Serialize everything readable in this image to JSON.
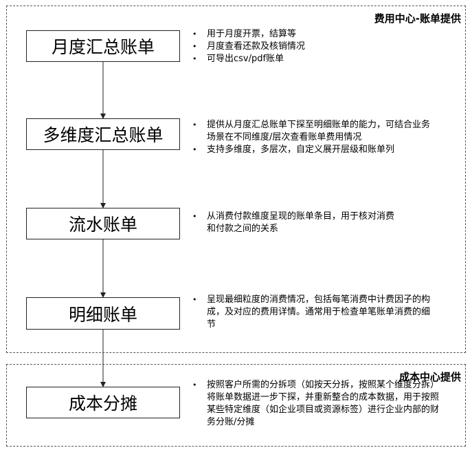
{
  "regions": {
    "billing": {
      "title": "费用中心-账单提供"
    },
    "cost": {
      "title": "成本中心提供"
    }
  },
  "stages": [
    {
      "label": "月度汇总账单",
      "notes": [
        "用于月度开票，结算等",
        "月度查看还款及核销情况",
        "可导出csv/pdf账单"
      ]
    },
    {
      "label": "多维度汇总账单",
      "notes": [
        "提供从月度汇总账单下探至明细账单的能力，可结合业务场景在不同维度/层次查看账单费用情况",
        "支持多维度，多层次，自定义展开层级和账单列"
      ]
    },
    {
      "label": "流水账单",
      "notes": [
        "从消费付款维度呈现的账单条目，用于核对消费和付款之间的关系"
      ]
    },
    {
      "label": "明细账单",
      "notes": [
        "呈现最细粒度的消费情况，包括每笔消费中计费因子的构成，及对应的费用详情。通常用于检查单笔账单消费的细节"
      ]
    },
    {
      "label": "成本分摊",
      "notes": [
        "按照客户所需的分拆项（如按天分拆，按照某个维度分拆）将账单数据进一步下探，并重新整合的成本数据，用于按照某些特定维度（如企业项目或资源标签）进行企业内部的财务分账/分摊"
      ]
    }
  ]
}
